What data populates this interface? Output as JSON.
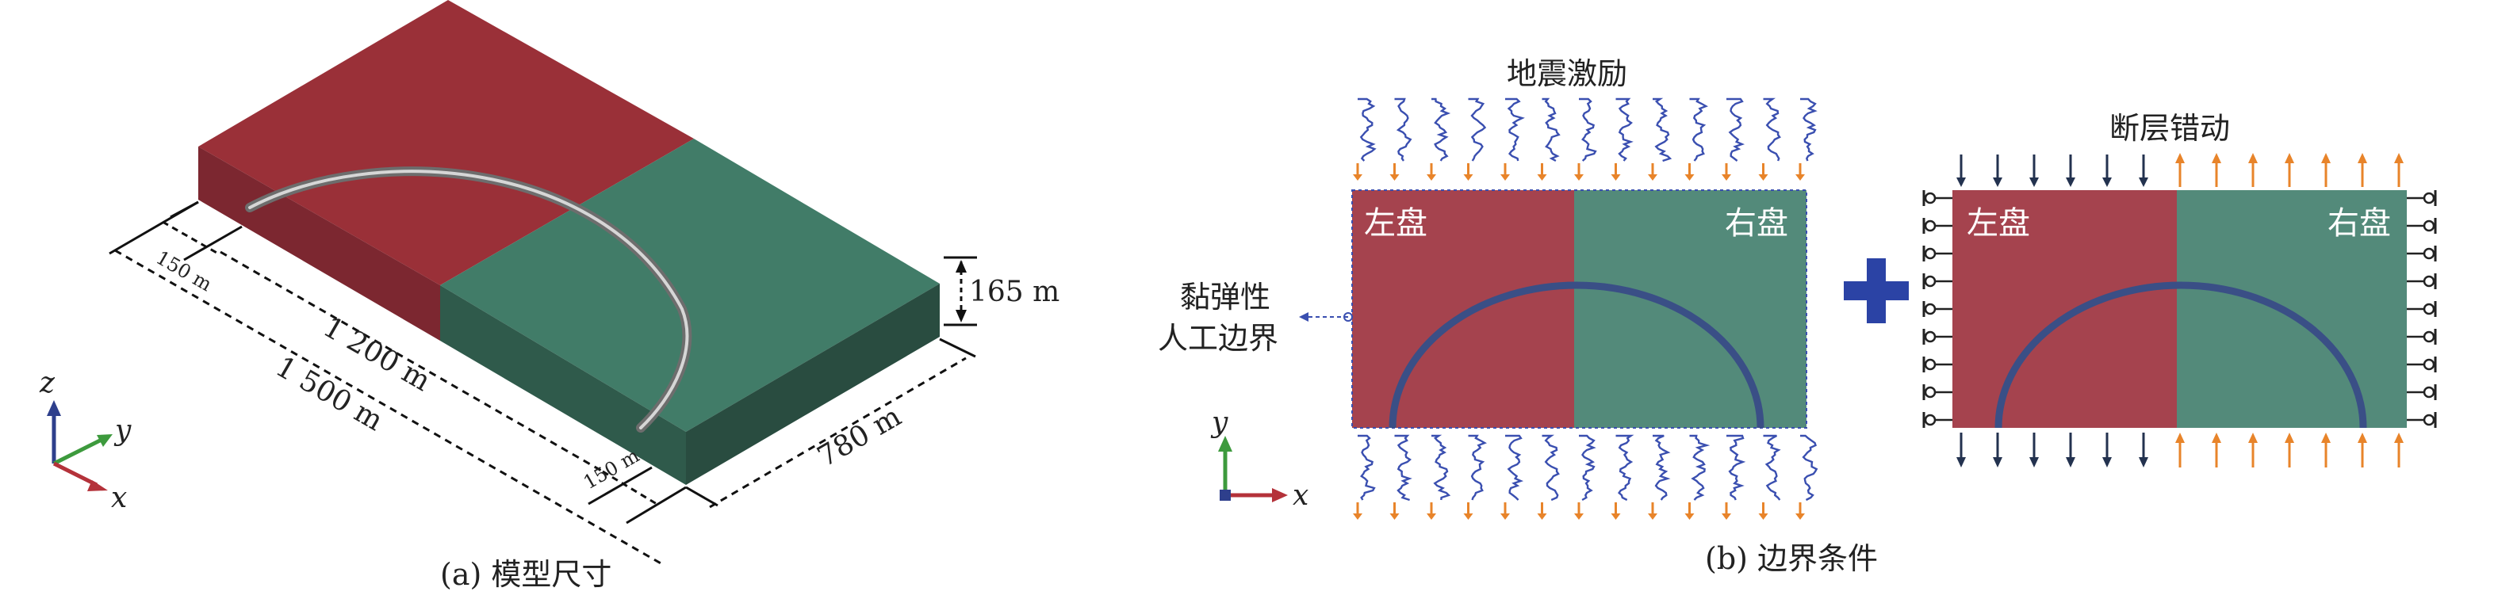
{
  "panel_a": {
    "caption": "(a) 模型尺寸",
    "dim_length_total": "1 500 m",
    "dim_length_inner": "1 200 m",
    "dim_end_left": "150 m",
    "dim_end_right": "150 m",
    "dim_width": "780 m",
    "dim_height": "165 m",
    "axis_x": "x",
    "axis_y": "y",
    "axis_z": "z"
  },
  "panel_b": {
    "caption": "(b) 边界条件",
    "seismic_label": "地震激励",
    "fault_label": "断层错动",
    "boundary_label_line1": "黏弹性",
    "boundary_label_line2": "人工边界",
    "left_block": "左盘",
    "right_block": "右盘",
    "axis_x": "x",
    "axis_y": "y"
  },
  "colors": {
    "left_block": "#a5434e",
    "right_block": "#538a7a",
    "top_red": "#9a3038",
    "top_green": "#417c68",
    "side_front": "#2f5a4b",
    "side_right": "#294c40",
    "wave": "#3a4fb0",
    "arrow_orange": "#e8842a",
    "arrow_navy": "#23324f",
    "plus": "#2b43a5"
  }
}
